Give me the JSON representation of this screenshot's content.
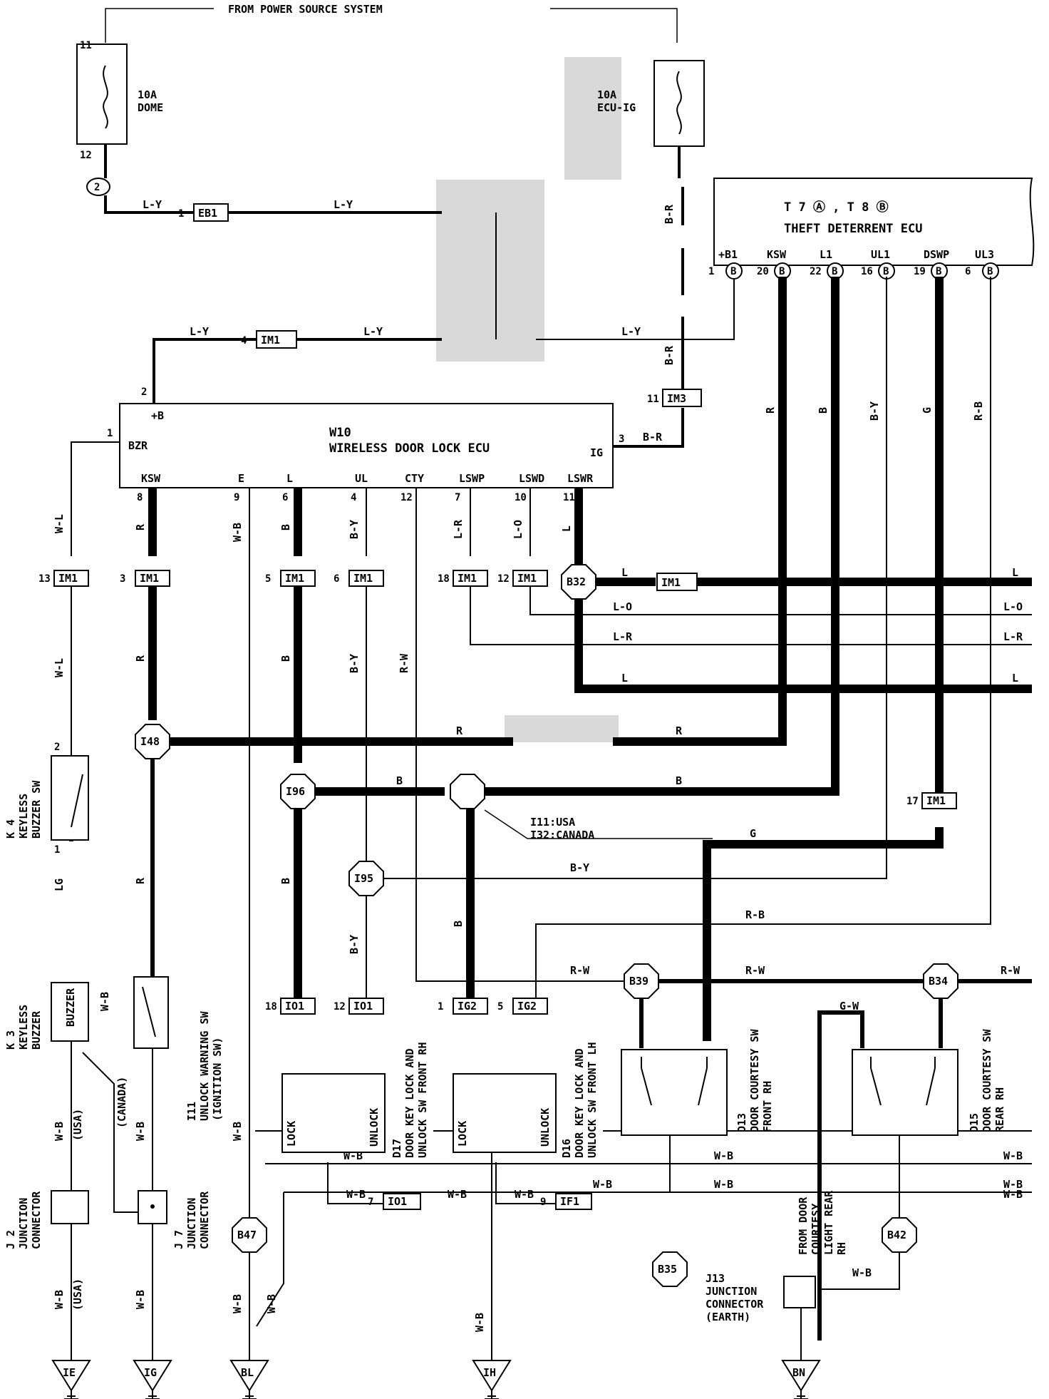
{
  "header": {
    "power_source": "FROM POWER SOURCE SYSTEM"
  },
  "fuses": {
    "dome": {
      "pin_in": "11",
      "pin_out": "12",
      "rating": "10A",
      "name": "DOME"
    },
    "ecu_ig": {
      "rating": "10A",
      "name": "ECU-IG"
    }
  },
  "theft_ecu": {
    "title": "THEFT DETERRENT ECU",
    "pins": [
      "+B1",
      "KSW",
      "L1",
      "UL1",
      "DSWP",
      "UL3"
    ],
    "pin_numbers": [
      "1",
      "20",
      "22",
      "16",
      "19",
      "6"
    ],
    "connector": "B"
  },
  "wireless_ecu": {
    "id": "W10",
    "title": "WIRELESS DOOR LOCK ECU",
    "pins": [
      "KSW",
      "E",
      "L",
      "UL",
      "CTY",
      "LSWP",
      "LSWD",
      "LSWR"
    ],
    "pin_numbers": [
      "8",
      "9",
      "6",
      "4",
      "12",
      "7",
      "10",
      "11"
    ],
    "left_pin": "BZR",
    "left_pin_no": "1",
    "top_pin": "+B",
    "top_pin_no": "2",
    "right_pin": "IG",
    "right_pin_no": "3"
  },
  "connectors": {
    "EB1": "EB1",
    "IM1": "IM1",
    "IM3": "IM3",
    "IO1": "IO1",
    "IG2": "IG2",
    "IF1": "IF1"
  },
  "splices": {
    "I48": "I48",
    "I96": "I96",
    "I95": "I95",
    "B32": "B32",
    "B39": "B39",
    "B34": "B34",
    "B47": "B47",
    "B35": "B35",
    "B42": "B42"
  },
  "splice_note": {
    "line1": "I11:USA",
    "line2": "I32:CANADA"
  },
  "wire_colors": {
    "ly": "L-Y",
    "br": "B-R",
    "r": "R",
    "b": "B",
    "by": "B-Y",
    "g": "G",
    "rb": "R-B",
    "wl": "W-L",
    "wb": "W-B",
    "rw": "R-W",
    "lr": "L-R",
    "lo": "L-O",
    "l": "L",
    "lg": "LG",
    "gw": "G-W"
  },
  "components": {
    "k4": {
      "id": "K 4",
      "line1": "KEYLESS",
      "line2": "BUZZER SW"
    },
    "k3": {
      "id": "K 3",
      "line1": "KEYLESS",
      "line2": "BUZZER",
      "box": "BUZZER"
    },
    "i11": {
      "id": "I11",
      "line1": "UNLOCK WARNING SW",
      "line2": "(IGNITION SW)"
    },
    "d17": {
      "id": "D17",
      "line1": "DOOR KEY LOCK AND",
      "line2": "UNLOCK SW FRONT RH"
    },
    "d16": {
      "id": "D16",
      "line1": "DOOR KEY LOCK AND",
      "line2": "UNLOCK SW FRONT LH"
    },
    "d13": {
      "id": "D13",
      "line1": "DOOR COURTESY SW",
      "line2": "FRONT RH"
    },
    "d15": {
      "id": "D15",
      "line1": "DOOR COURTESY SW",
      "line2": "REAR RH"
    },
    "j2": {
      "id": "J 2",
      "line1": "JUNCTION",
      "line2": "CONNECTOR"
    },
    "j7": {
      "id": "J 7",
      "line1": "JUNCTION",
      "line2": "CONNECTOR"
    },
    "j13": {
      "id": "J13",
      "line1": "JUNCTION",
      "line2": "CONNECTOR",
      "line3": "(EARTH)"
    },
    "lock": "LOCK",
    "unlock": "UNLOCK",
    "from_door": {
      "line1": "FROM DOOR",
      "line2": "COURTESY",
      "line3": "LIGHT REAR",
      "line4": "RH"
    }
  },
  "regions": {
    "usa": "(USA)",
    "canada": "(CANADA)"
  },
  "grounds": [
    "IE",
    "IG",
    "BL",
    "IH",
    "BN"
  ]
}
